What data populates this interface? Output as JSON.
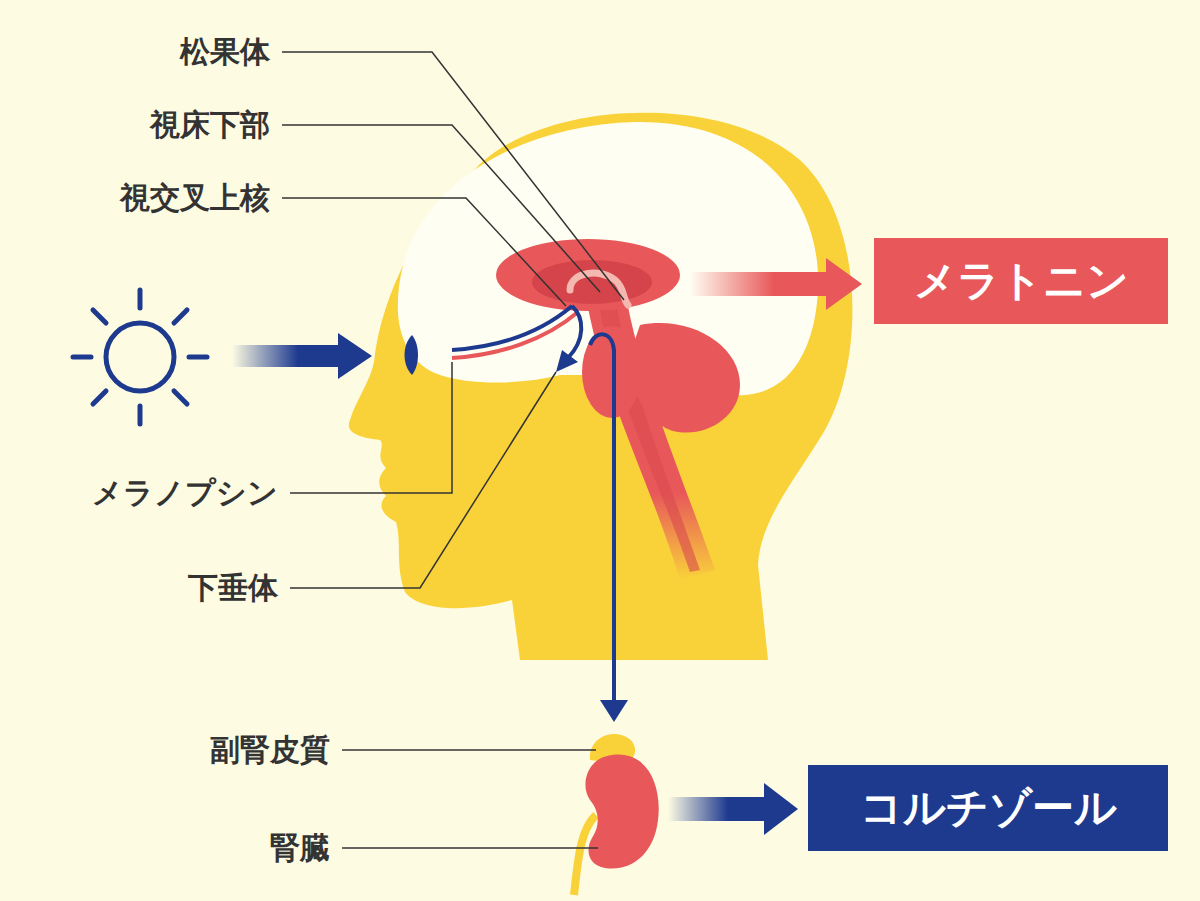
{
  "diagram": {
    "nodes": [
      {
        "text": [
          "メラトニン"
        ]
      },
      {
        "text": [
          "コルチゾール"
        ]
      }
    ],
    "labels": [
      "松果体",
      "視床下部",
      "視交叉上核",
      "メラノプシン",
      "下垂体",
      "副腎皮質",
      "腎臓"
    ]
  }
}
